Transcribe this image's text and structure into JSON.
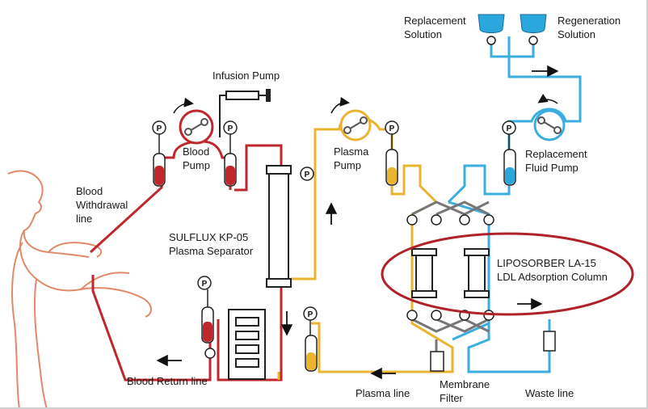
{
  "labels": {
    "replacement_solution": [
      "Replacement",
      "Solution"
    ],
    "regeneration_solution": [
      "Regeneration",
      "Solution"
    ],
    "infusion_pump": "Infusion Pump",
    "blood_pump": [
      "Blood",
      "Pump"
    ],
    "plasma_pump": [
      "Plasma",
      "Pump"
    ],
    "replacement_fluid_pump": [
      "Replacement",
      "Fluid Pump"
    ],
    "blood_withdrawal_line": [
      "Blood",
      "Withdrawal",
      "line"
    ],
    "plasma_separator": [
      "SULFLUX KP-05",
      "Plasma Separator"
    ],
    "adsorption_column": [
      "LIPOSORBER LA-15",
      "LDL Adsorption Column"
    ],
    "blood_return_line": "Blood Return line",
    "plasma_line": "Plasma line",
    "membrane_filter": [
      "Membrane",
      "Filter"
    ],
    "waste_line": "Waste line"
  },
  "pressure_symbol": "P",
  "colors": {
    "blood": "#c0272d",
    "plasma": "#e9b531",
    "replacement": "#3aaede",
    "grey_line": "#777777",
    "outline": "#222222",
    "body_outline": "#e08a6a",
    "highlight_ellipse": "#b0222a"
  }
}
